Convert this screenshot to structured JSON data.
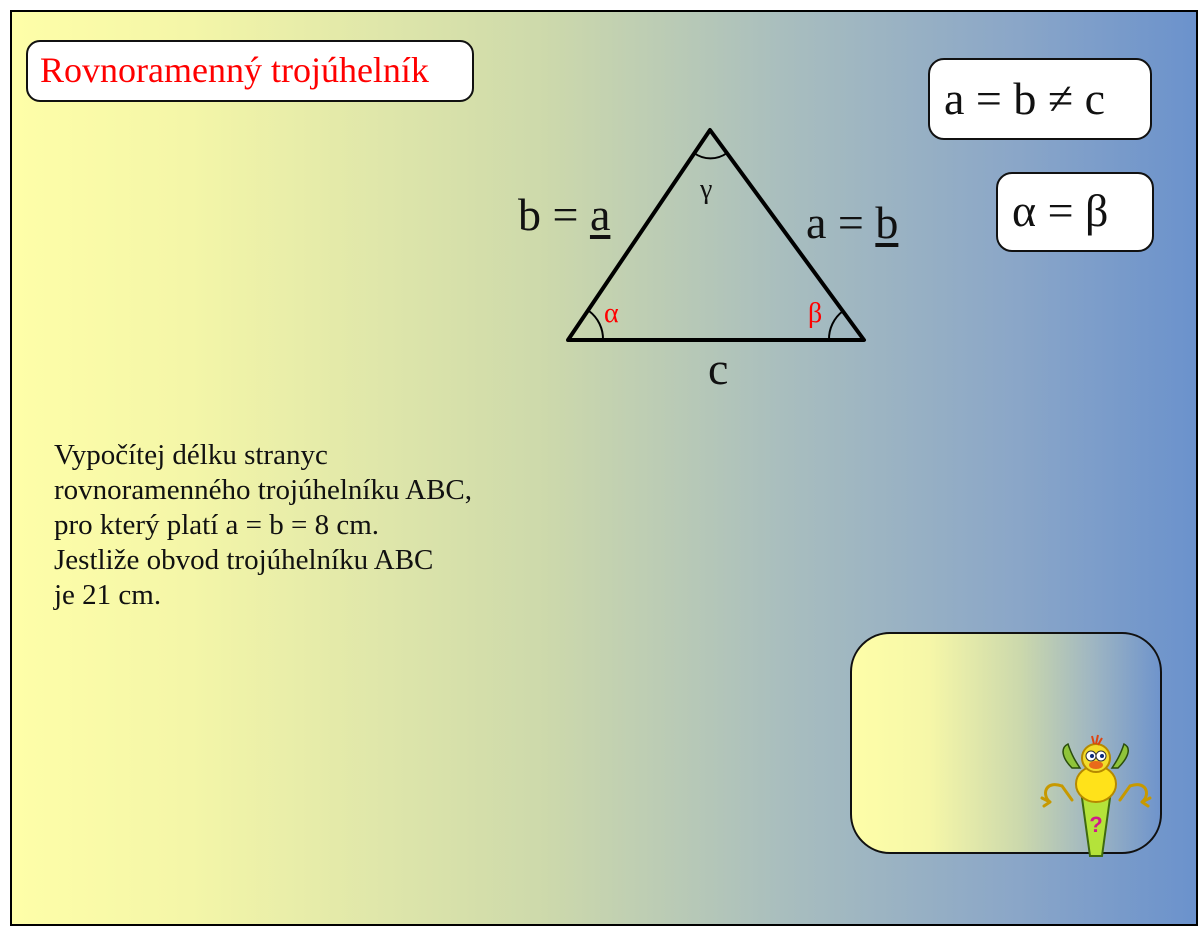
{
  "title": "Rovnoramenný trojúhelník",
  "rule_sides": "a = b ≠ c",
  "rule_angles": "α = β",
  "triangle": {
    "left_side": {
      "prefix": "b = ",
      "underlined": "a"
    },
    "right_side": {
      "prefix": "a = ",
      "underlined": "b"
    },
    "base": "c",
    "angle_alpha": "α",
    "angle_beta": "β",
    "angle_gamma": "γ"
  },
  "problem_lines": [
    "Vypočítej délku stranyc",
    "rovnoramenného trojúhelníku ABC,",
    "pro který platí a = b = 8 cm.",
    "Jestliže obvod trojúhelníku ABC",
    "je 21 cm."
  ],
  "colors": {
    "title": "#ff0000",
    "angle_alpha_beta": "#ff0000",
    "angle_gamma": "#111111",
    "gradient_left": "#fefea8",
    "gradient_right": "#6b92cc"
  },
  "mascot_icon": "question-mascot-icon",
  "mascot_mark": "?"
}
